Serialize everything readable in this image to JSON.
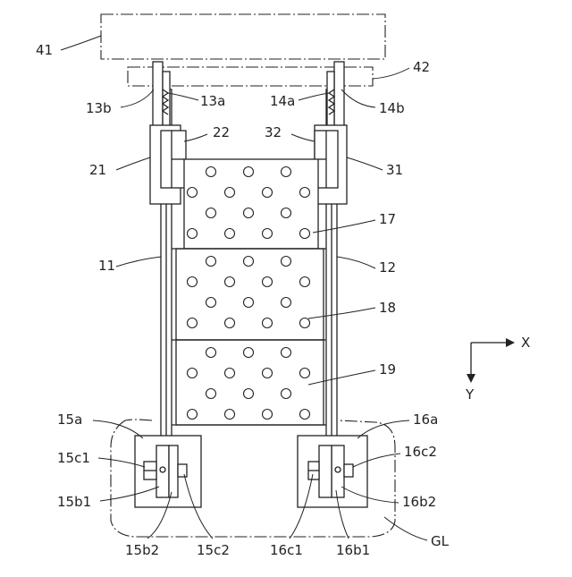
{
  "labels": {
    "l41": "41",
    "l42": "42",
    "l13b": "13b",
    "l13a": "13a",
    "l14a": "14a",
    "l14b": "14b",
    "l22": "22",
    "l32": "32",
    "l21": "21",
    "l31": "31",
    "l17": "17",
    "l11": "11",
    "l12": "12",
    "l18": "18",
    "l19": "19",
    "l15a": "15a",
    "l16a": "16a",
    "l15c1": "15c1",
    "l16c2": "16c2",
    "l15b1": "15b1",
    "l16b2": "16b2",
    "l15b2": "15b2",
    "l15c2": "15c2",
    "l16c1": "16c1",
    "l16b1": "16b1",
    "lGL": "GL"
  },
  "axes": {
    "x": "X",
    "y": "Y"
  },
  "colors": {
    "line": "#222222",
    "background": "#ffffff"
  }
}
